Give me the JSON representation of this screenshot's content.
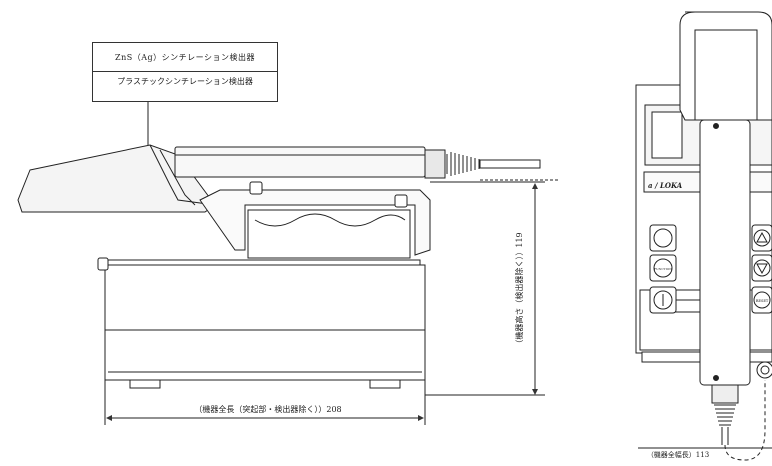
{
  "callout": {
    "line1": "ZnS（Ag）シンチレーション検出器",
    "line2": "プラスチックシンチレーション検出器"
  },
  "dimensions": {
    "height_label": "（機器高さ（検出器除く））119",
    "length_label": "（機器全長（突起部・検出器除く））208",
    "width_label": "（機器全幅長）113"
  },
  "front_panel": {
    "brand": "a / LOKA",
    "function_label": "FUNCTION",
    "reset_label": "RESET"
  }
}
